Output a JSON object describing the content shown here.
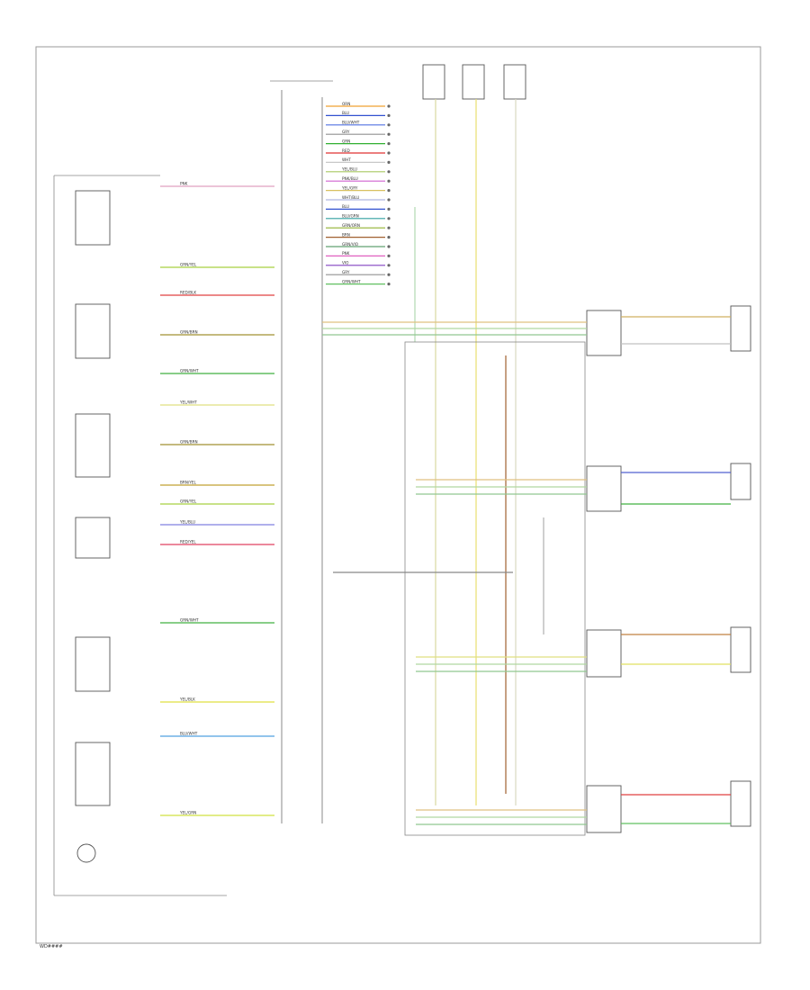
{
  "footer": {
    "code": "WD####"
  },
  "harness_pins": [
    {
      "wire": "ORN",
      "color": "#f0a030"
    },
    {
      "wire": "BLU",
      "color": "#3050d0"
    },
    {
      "wire": "BLU/WHT",
      "color": "#5070e0"
    },
    {
      "wire": "GRY",
      "color": "#909090"
    },
    {
      "wire": "GRN",
      "color": "#30b030"
    },
    {
      "wire": "RED",
      "color": "#e03030"
    },
    {
      "wire": "WHT",
      "color": "#c8c8c8"
    },
    {
      "wire": "YEL/BLU",
      "color": "#a8c860"
    },
    {
      "wire": "PNK/BLU",
      "color": "#d060d0"
    },
    {
      "wire": "YEL/GRY",
      "color": "#d8c060"
    },
    {
      "wire": "WHT/BLU",
      "color": "#b0b8e0"
    },
    {
      "wire": "BLU",
      "color": "#3050d0"
    },
    {
      "wire": "BLU/GRN",
      "color": "#30a0a0"
    },
    {
      "wire": "GRN/ORN",
      "color": "#90b030"
    },
    {
      "wire": "BRN",
      "color": "#a06030"
    },
    {
      "wire": "GRN/VIO",
      "color": "#60a070"
    },
    {
      "wire": "PNK",
      "color": "#e060c0"
    },
    {
      "wire": "VIO",
      "color": "#8040c0"
    },
    {
      "wire": "GRY",
      "color": "#909090"
    },
    {
      "wire": "GRN/WHT",
      "color": "#60c060"
    }
  ],
  "left_wires": [
    {
      "label": "PNK",
      "color": "#e0a0c0"
    },
    {
      "label": "GRN/YEL",
      "color": "#a8d040"
    },
    {
      "label": "RED/BLK",
      "color": "#e04040"
    },
    {
      "label": "GRN/BRN",
      "color": "#a09030"
    },
    {
      "label": "GRN/WHT",
      "color": "#40b040"
    },
    {
      "label": "YEL/WHT",
      "color": "#e0e080"
    },
    {
      "label": "GRN/BRN",
      "color": "#a09030"
    },
    {
      "label": "BRN/YEL",
      "color": "#c0a030"
    },
    {
      "label": "GRN/YEL",
      "color": "#a8d040"
    },
    {
      "label": "YEL/BLU",
      "color": "#8080e0"
    },
    {
      "label": "RED/YEL",
      "color": "#e04060"
    },
    {
      "label": "GRN/WHT",
      "color": "#40b040"
    },
    {
      "label": "YEL/BLK",
      "color": "#e0e040"
    },
    {
      "label": "BLU/WHT",
      "color": "#50a0e0"
    },
    {
      "label": "YEL/GRN",
      "color": "#d0e040"
    }
  ]
}
